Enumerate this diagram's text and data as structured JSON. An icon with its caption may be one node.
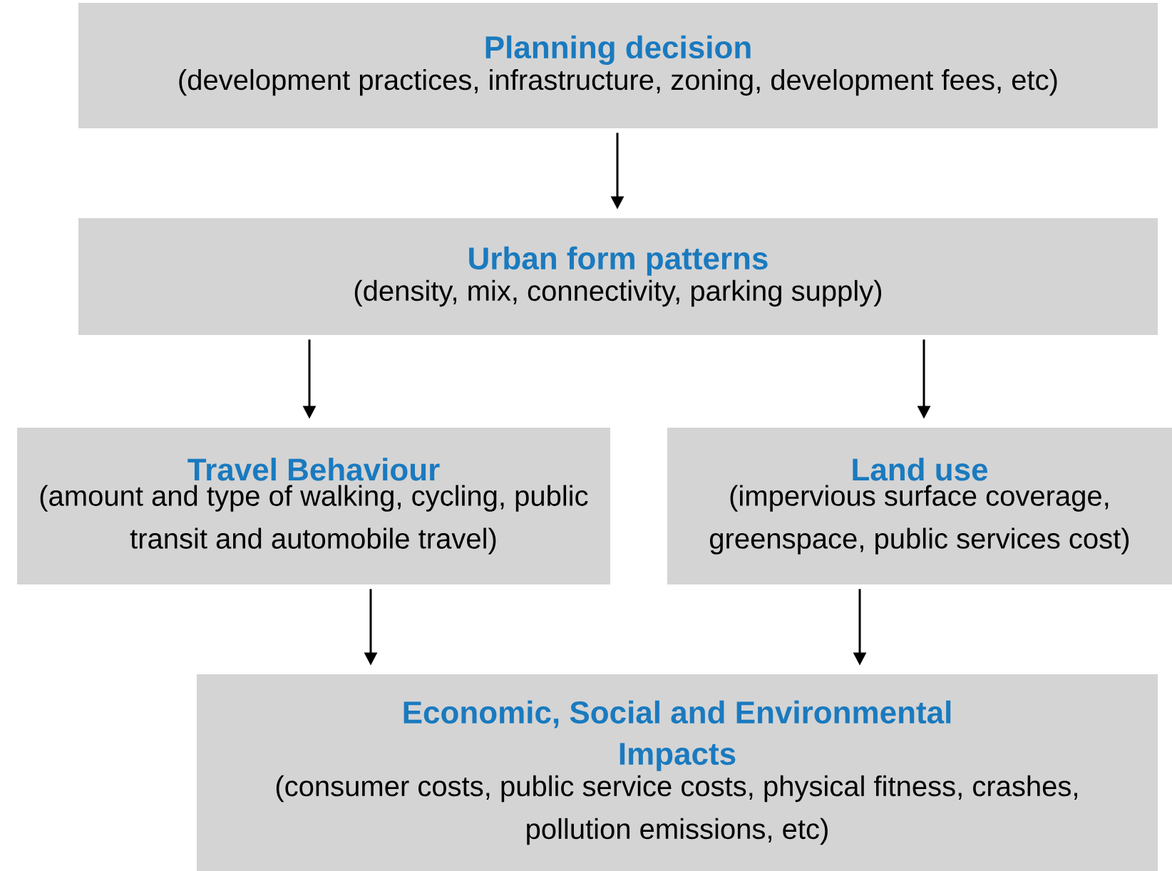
{
  "diagram": {
    "nodes": [
      {
        "text": [
          "Planning decision",
          "(development practices, infrastructure, zoning, development fees, etc)"
        ]
      },
      {
        "text": [
          "Urban form patterns",
          "(density, mix, connectivity, parking supply)"
        ]
      },
      {
        "text": [
          "Travel Behaviour",
          "(amount and type of walking, cycling, public transit and automobile travel)"
        ]
      },
      {
        "text": [
          "Land use",
          "(impervious surface coverage, greenspace, public services cost)"
        ]
      },
      {
        "text": [
          "Economic, Social and Environmental Impacts",
          "(consumer costs, public service costs, physical fitness, crashes, pollution emissions, etc)"
        ]
      }
    ],
    "edges": [
      {
        "from": 0,
        "to": 1,
        "arrow": "to"
      },
      {
        "from": 1,
        "to": 2,
        "arrow": "to"
      },
      {
        "from": 1,
        "to": 3,
        "arrow": "to"
      },
      {
        "from": 2,
        "to": 4,
        "arrow": "to"
      },
      {
        "from": 3,
        "to": 4,
        "arrow": "to"
      }
    ]
  }
}
